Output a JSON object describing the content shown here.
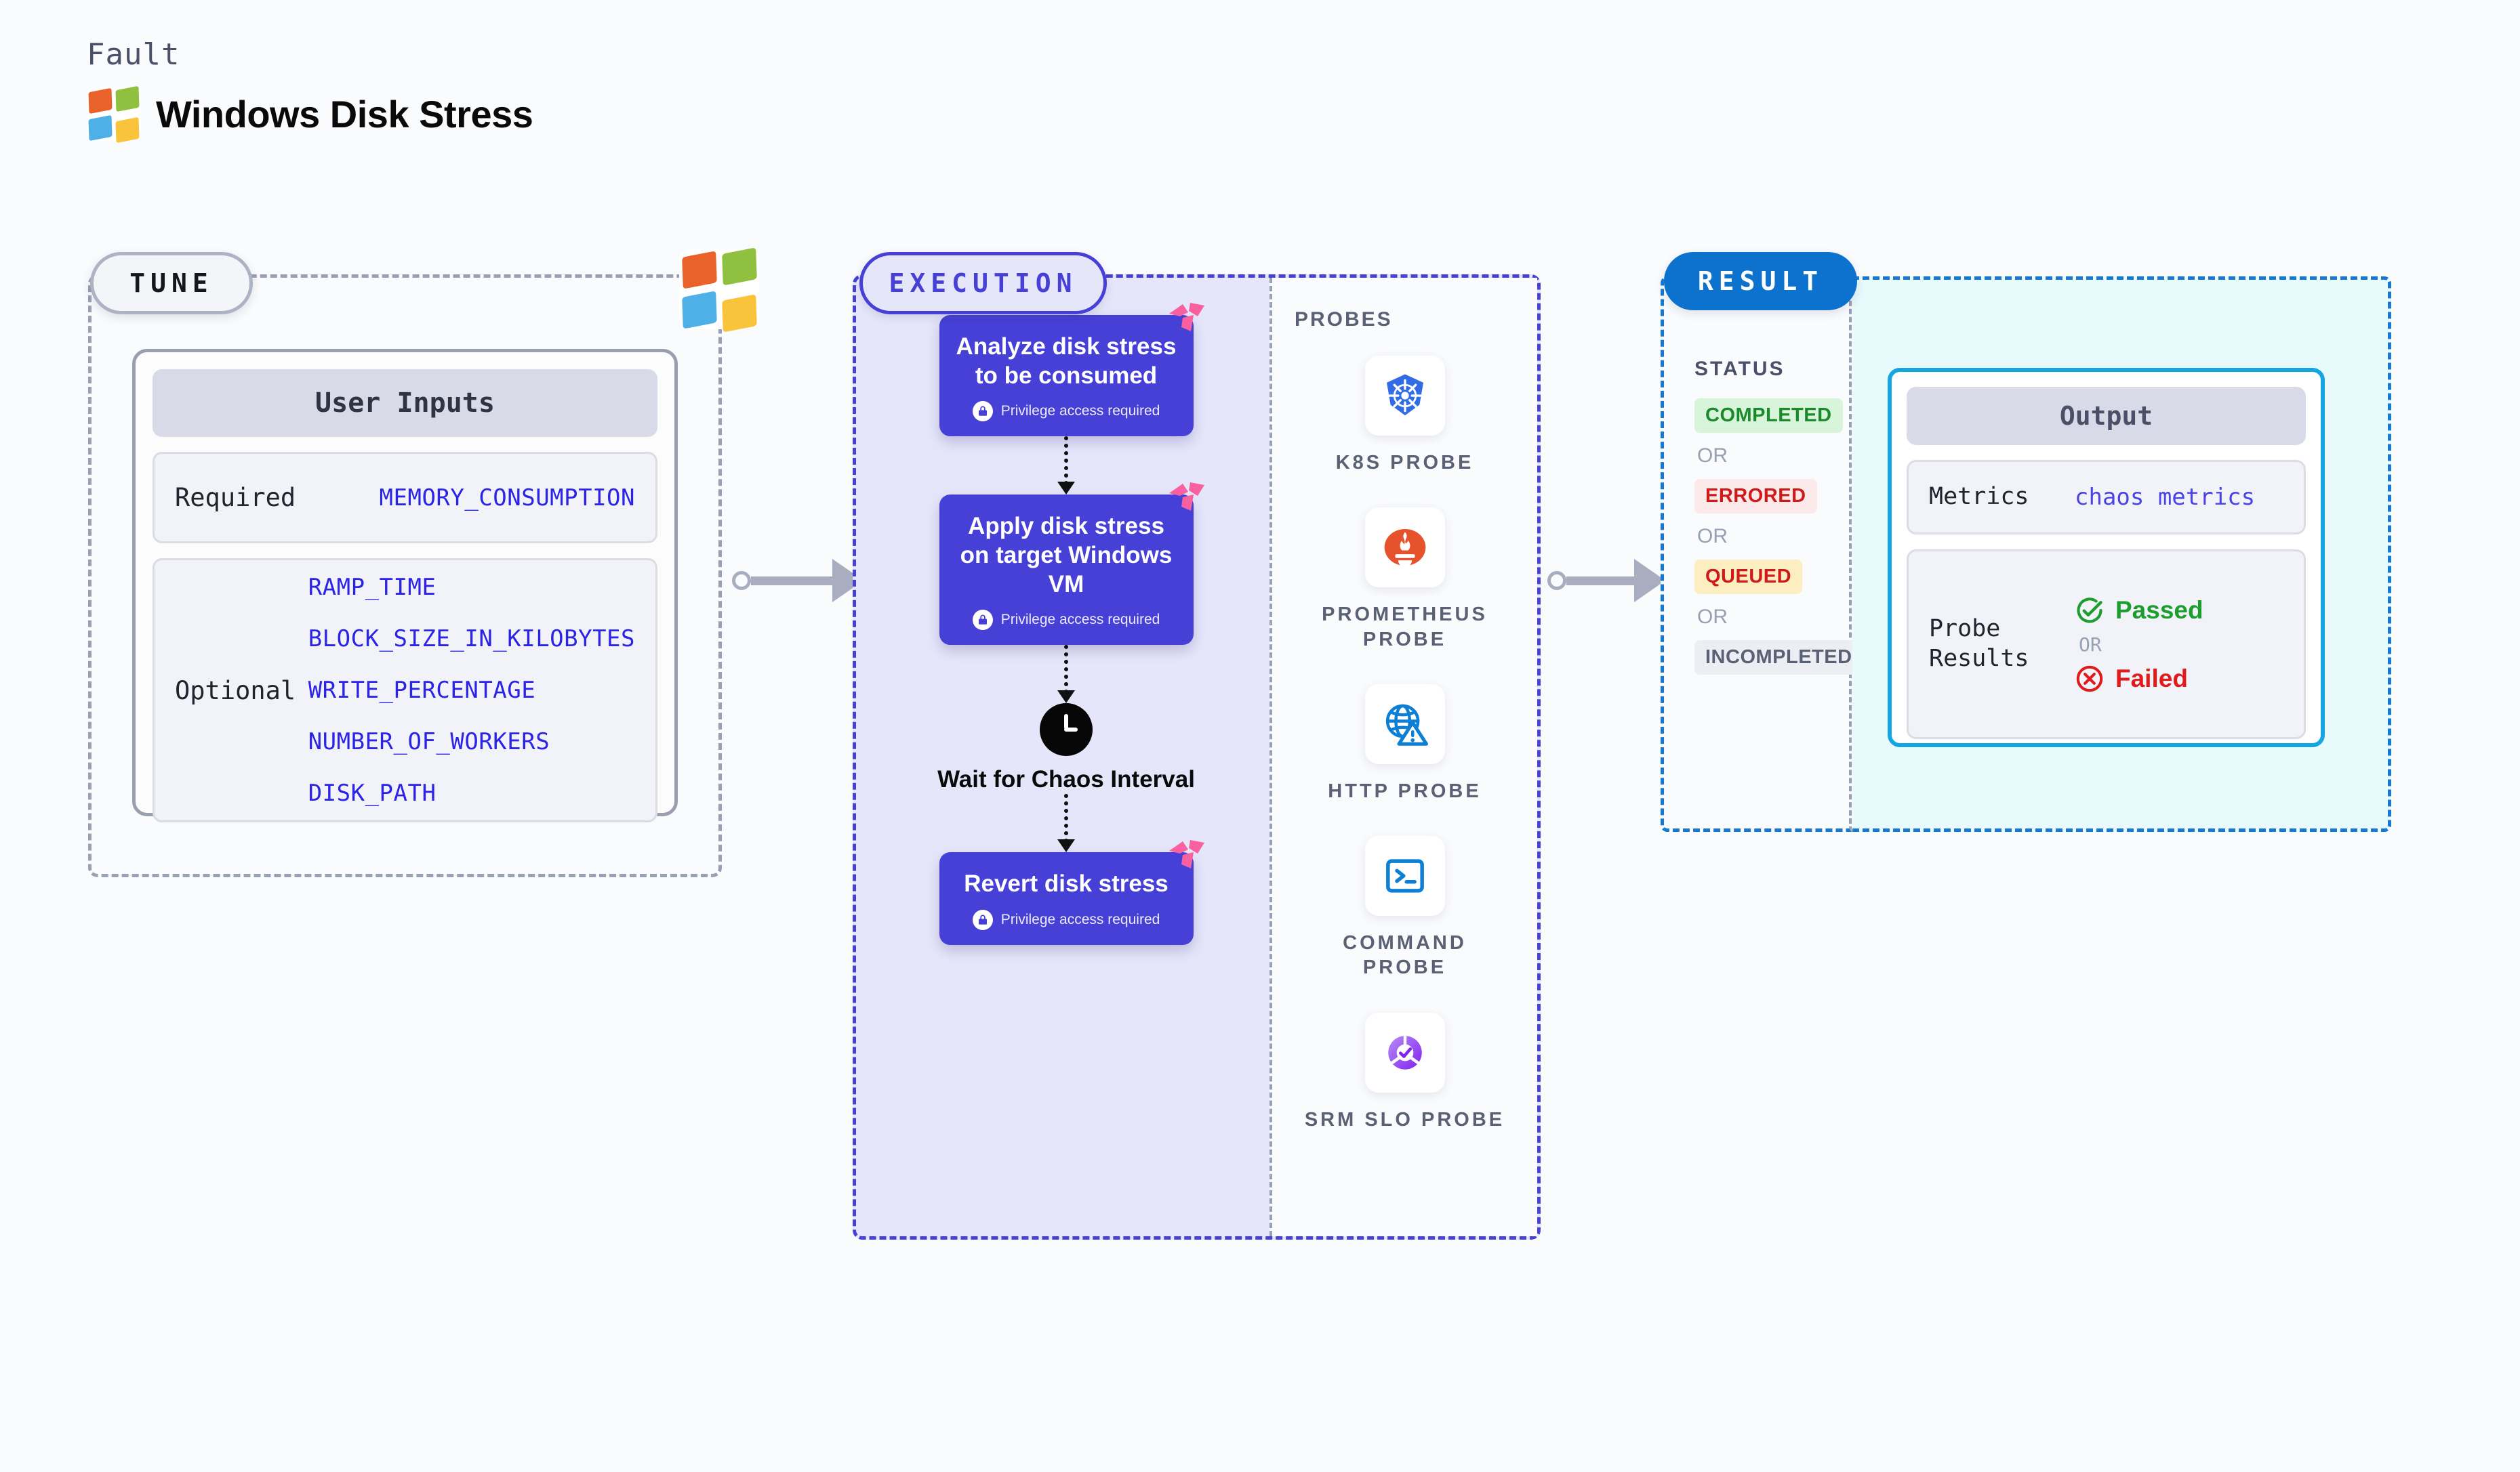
{
  "header": {
    "fault_label": "Fault",
    "title": "Windows Disk Stress",
    "logo_icon": "windows-logo-icon"
  },
  "tune": {
    "badge": "TUNE",
    "card_title": "User Inputs",
    "required": {
      "label": "Required",
      "values": [
        "MEMORY_CONSUMPTION"
      ]
    },
    "optional": {
      "label": "Optional",
      "values": [
        "RAMP_TIME",
        "BLOCK_SIZE_IN_KILOBYTES",
        "WRITE_PERCENTAGE",
        "NUMBER_OF_WORKERS",
        "DISK_PATH"
      ]
    }
  },
  "execution": {
    "badge": "EXECUTION",
    "privilege_note": "Privilege access required",
    "steps": [
      {
        "title": "Analyze disk stress to be consumed",
        "privileged": true,
        "icon": "litmus-badge-icon"
      },
      {
        "title": "Apply disk stress on target Windows VM",
        "privileged": true,
        "icon": "litmus-badge-icon"
      }
    ],
    "wait_node": {
      "label": "Wait for Chaos Interval",
      "icon": "clock-icon"
    },
    "final_step": {
      "title": "Revert disk stress",
      "privileged": true,
      "icon": "litmus-badge-icon"
    },
    "probes": {
      "title": "PROBES",
      "items": [
        {
          "name": "K8S PROBE",
          "icon": "kubernetes-icon"
        },
        {
          "name": "PROMETHEUS PROBE",
          "icon": "prometheus-icon"
        },
        {
          "name": "HTTP PROBE",
          "icon": "http-globe-icon"
        },
        {
          "name": "COMMAND PROBE",
          "icon": "terminal-icon"
        },
        {
          "name": "SRM SLO PROBE",
          "icon": "srm-slo-icon"
        }
      ]
    }
  },
  "result": {
    "badge": "RESULT",
    "status_title": "STATUS",
    "or_label": "OR",
    "statuses": [
      {
        "label": "COMPLETED",
        "bg": "#d8f5dc",
        "fg": "#1c8a2a"
      },
      {
        "label": "ERRORED",
        "bg": "#fceaea",
        "fg": "#cf1a1a"
      },
      {
        "label": "QUEUED",
        "bg": "#fdeec2",
        "fg": "#cf1a1a"
      },
      {
        "label": "INCOMPLETED",
        "bg": "#eceef4",
        "fg": "#5b6175"
      }
    ],
    "output": {
      "title": "Output",
      "metrics_label": "Metrics",
      "metrics_value": "chaos metrics",
      "probe_results_label": "Probe Results",
      "passed_label": "Passed",
      "failed_label": "Failed",
      "or_label": "OR",
      "passed_icon": "check-circle-icon",
      "failed_icon": "x-circle-icon"
    }
  },
  "colors": {
    "canvas": "#fafbfd",
    "indigo": "#4640d6",
    "result_blue": "#0d72ce",
    "output_cyan": "#13a6e0",
    "param_blue": "#2b24e6",
    "connector_gray": "#a8adbf",
    "pink_badge": "#f9609f"
  }
}
